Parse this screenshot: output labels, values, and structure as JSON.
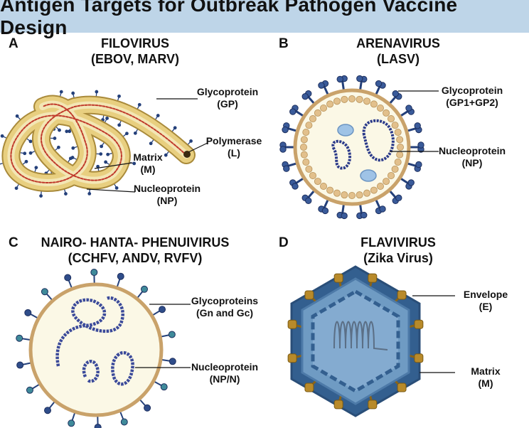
{
  "title": "Antigen Targets for Outbreak Pathogen Vaccine Design",
  "colors": {
    "banner": "#bed5e8",
    "filo_body": "#e8cf80",
    "filo_core": "#f3e6b5",
    "filo_rna": "#c0392b",
    "glyco_navy": "#24407a",
    "membrane": "#c9a26a",
    "nucleoprotein": "#3b4a9a",
    "flavi_blue": "#6f9bc3",
    "flavi_dark": "#335f8f",
    "matrix_gold": "#b88a2a"
  },
  "panels": {
    "a": {
      "letter": "A",
      "title_line1": "FILOVIRUS",
      "title_line2": "(EBOV, MARV)",
      "labels": {
        "glycoprotein": {
          "line1": "Glycoprotein",
          "line2": "(GP)"
        },
        "polymerase": {
          "line1": "Polymerase",
          "line2": "(L)"
        },
        "matrix": {
          "line1": "Matrix",
          "line2": "(M)"
        },
        "nucleoprotein": {
          "line1": "Nucleoprotein",
          "line2": "(NP)"
        }
      }
    },
    "b": {
      "letter": "B",
      "title_line1": "ARENAVIRUS",
      "title_line2": "(LASV)",
      "labels": {
        "glycoprotein": {
          "line1": "Glycoprotein",
          "line2": "(GP1+GP2)"
        },
        "nucleoprotein": {
          "line1": "Nucleoprotein",
          "line2": "(NP)"
        }
      }
    },
    "c": {
      "letter": "C",
      "title_line1": "NAIRO- HANTA- PHENUIVIRUS",
      "title_line2": "(CCHFV, ANDV, RVFV)",
      "labels": {
        "glycoproteins": {
          "line1": "Glycoproteins",
          "line2": "(Gn and Gc)"
        },
        "nucleoprotein": {
          "line1": "Nucleoprotein",
          "line2": "(NP/N)"
        }
      }
    },
    "d": {
      "letter": "D",
      "title_line1": "FLAVIVIRUS",
      "title_line2": "(Zika Virus)",
      "labels": {
        "envelope": {
          "line1": "Envelope",
          "line2": "(E)"
        },
        "matrix": {
          "line1": "Matrix",
          "line2": "(M)"
        }
      }
    }
  }
}
